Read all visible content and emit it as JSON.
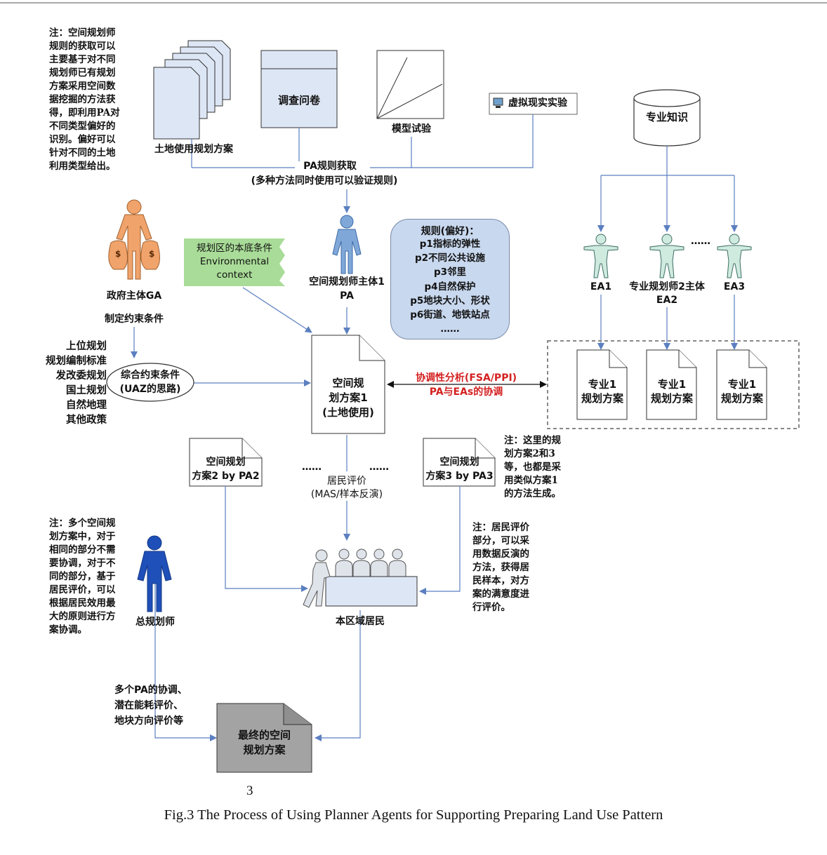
{
  "notes": {
    "top_left": "注：空间规划师\n规则的获取可以\n主要基于对不同\n规划师已有规划\n方案采用空间数\n据挖掘的方法获\n得，即利用PA对\n不同类型偏好的\n识别。偏好可以\n针对不同的土地\n利用类型给出。",
    "right_middle": "注：这里的规\n划方案2和3\n等，也都是采\n用类似方案1\n的方法生成。",
    "bottom_left": "注：多个空间规\n划方案中，对于\n相同的部分不需\n要协调，对于不\n同的部分，基于\n居民评价，可以\n根据居民效用最\n大的原则进行方\n案协调。",
    "bottom_right": "注：居民评价\n部分，可以采\n用数据反演的\n方法，获得居\n民样本，对方\n案的满意度进\n行评价。"
  },
  "sources": {
    "land_use_plans": "土地使用规划方案",
    "questionnaire": "调查问卷",
    "model_test": "模型试验",
    "vr_experiment": "虚拟现实实验",
    "expert_knowledge": "专业知识"
  },
  "pa_rule": {
    "title": "PA规则获取",
    "subtitle": "(多种方法同时使用可以验证规则)"
  },
  "government": {
    "label": "政府主体GA",
    "constraint": "制定约束条件",
    "dollar": "$"
  },
  "env": {
    "zh": "规划区的本底条件",
    "en1": "Environmental",
    "en2": "context"
  },
  "pa_agent": {
    "label": "空间规划师主体1",
    "sublabel": "PA"
  },
  "rules": {
    "title": "规则(偏好)：",
    "items": [
      "p1指标的弹性",
      "p2不同公共设施",
      "p3邻里",
      "p4自然保护",
      "p5地块大小、形状",
      "p6街道、地铁站点",
      "……"
    ]
  },
  "experts": {
    "ea1": "EA1",
    "ea2_line1": "专业规划师2主体",
    "ea2_line2": "EA2",
    "ea3": "EA3",
    "dots": "……",
    "plan_label": "专业1\n规划方案"
  },
  "left_list": [
    "上位规划",
    "规划编制标准",
    "发改委规划",
    "国土规划",
    "自然地理",
    "其他政策"
  ],
  "constraints_ellipse": {
    "line1": "综合约束条件",
    "line2": "(UAZ的思路)"
  },
  "plan1": "空间规\n划方案1\n(土地使用)",
  "coordination": {
    "line1": "协调性分析(FSA/PPI)",
    "line2": "PA与EAs的协调"
  },
  "plan2": "空间规划\n方案2 by PA2",
  "plan3": "空间规划\n方案3 by PA3",
  "dots_left": "……",
  "dots_right": "……",
  "resident_eval": {
    "line1": "居民评价",
    "line2": "(MAS/样本反演)"
  },
  "residents": "本区域居民",
  "chief_planner": "总规划师",
  "coord_text": "多个PA的协调、\n潜在能耗评价、\n地块方向评价等",
  "final_plan": "最终的空间\n规划方案",
  "page_number": "3",
  "caption": "Fig.3 The Process of Using Planner Agents for Supporting Preparing Land Use Pattern",
  "colors": {
    "line": "#5b7fc0",
    "doc_fill": "#dde6f4",
    "person_blue_dark": "#1f4fb8",
    "person_blue_light": "#7fa8d8",
    "person_orange": "#f0a36b",
    "person_teal": "#cfeadf",
    "final_fill": "#a3a3a3",
    "accent_red": "#d42020"
  }
}
